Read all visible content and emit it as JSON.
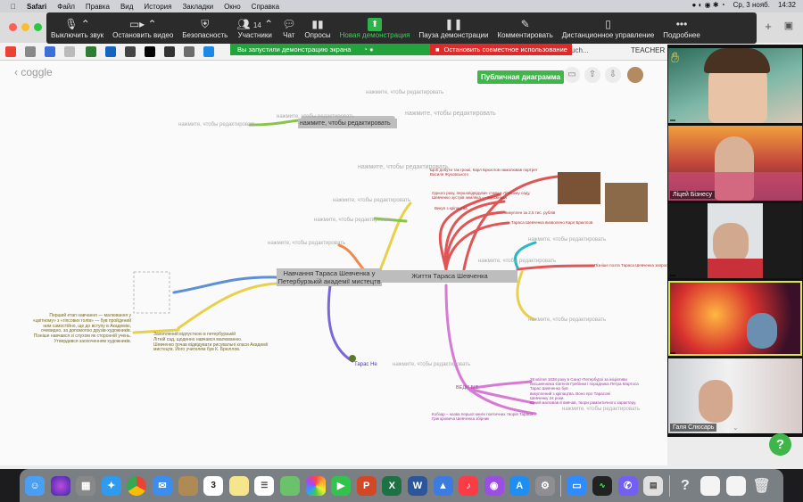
{
  "menubar": {
    "apple": "",
    "app": "Safari",
    "items": [
      "Файл",
      "Правка",
      "Вид",
      "История",
      "Закладки",
      "Окно",
      "Справка"
    ],
    "date": "Ср, 3 нояб.",
    "time": "14:32"
  },
  "zoom_toolbar": {
    "buttons": [
      {
        "label": "Выключить звук",
        "icon": "microphone-icon"
      },
      {
        "label": "Остановить видео",
        "icon": "video-camera-icon"
      },
      {
        "label": "Безопасность",
        "icon": "shield-icon"
      },
      {
        "label": "Участники",
        "icon": "participants-icon",
        "count": "14"
      },
      {
        "label": "Чат",
        "icon": "chat-icon"
      },
      {
        "label": "Опросы",
        "icon": "polls-icon"
      },
      {
        "label": "Новая демонстрация",
        "icon": "share-screen-icon",
        "active": true
      },
      {
        "label": "Пауза демонстрации",
        "icon": "pause-icon"
      },
      {
        "label": "Комментировать",
        "icon": "pen-icon"
      },
      {
        "label": "Дистанционное управление",
        "icon": "mouse-icon"
      },
      {
        "label": "Подробнее",
        "icon": "more-icon"
      }
    ]
  },
  "share_banner": {
    "status": "Вы запустили демонстрацию экрана",
    "stop": "Остановить совместное использование"
  },
  "tabs": {
    "partial_tab": "TEACHER |",
    "partial_text": "uch..."
  },
  "coggle": {
    "logo": "coggle",
    "public_button": "Публичная диаграмма"
  },
  "mindmap": {
    "placeholder": "нажмите, чтобы редактировать",
    "central_left": [
      "Навчання Тараса Шевченка у",
      "Петербурзькій академії мистецтв"
    ],
    "central_right": "Життя Тараса Шевченка",
    "left_text_1": [
      "Перший етап навчання — малювання у",
      "«цвітному» з «гіпсових голів» — був пройдений",
      "ним самостійно, ще до вступу в Академію,",
      "очевидно, за допомогою друзів-художників.",
      "Пізніше навчався зі слухом як сторонній учень.",
      "Утвердився заохоченням художників."
    ],
    "left_text_2": [
      "Захоплений відпусткою в петербурзькій",
      "Літній сад, щоденно навчався малюванню.",
      "Шевченко почав відвідувати рисувальні класи Академії",
      "мистецтв. Його учителем був К. Брюллов."
    ],
    "taras_ne": "Тарас Не",
    "vedy_bit": "ВЕДИ БІТ",
    "right_red_1": [
      "Одного разу, першовідвідувач ставу в Літньому саду,",
      "Шевченко зустрів земляка — художника"
    ],
    "right_red_2": "Викуп з кріпацтва",
    "right_red_3": "викуплен за 2,5 тис. рублів",
    "right_red_4": "Тараса Шевченка визволено Карл Брюллов",
    "right_red_top": [
      "Щоб добути так гроші, Карл Брюллов намалював портрет",
      "Василя Жуковського"
    ],
    "right_mid": "Пізніше поэта Тараса Шевченка запросили працювати",
    "pink_text": [
      "28 квітня 1838 року в Санкт-Петербурзі за ініціативи",
      "письменника Євгенія Гребінки і порадника Петра Мартоса",
      "Тарас Шевченко був",
      "викуплений з кріпацтва. Воно про Тарасові",
      "Шевченку 24 роки.",
      "Юний малював й вивчав, твори рамантичного характеру."
    ],
    "kobzar": [
      "Кобзар – назва першої книги поетичних творів Тараса",
      "Григоровича Шевченка збірник"
    ]
  },
  "participants": [
    {
      "name": "",
      "tile": "boy-with-glasses"
    },
    {
      "name": "Ліцей Бізнесу",
      "tile": "girl-sunset-background"
    },
    {
      "name": "",
      "tile": "girl-red-shirt"
    },
    {
      "name": "",
      "tile": "headphones-sunset"
    },
    {
      "name": "Галя Слюсарь",
      "tile": "woman-white-wall"
    }
  ],
  "dock_apps": [
    "Finder",
    "Siri",
    "Launchpad",
    "Safari",
    "Chrome",
    "Mail",
    "Contacts",
    "Calendar",
    "Notes",
    "Reminders",
    "Maps",
    "Photos",
    "FaceTime",
    "PowerPoint",
    "Excel",
    "Word",
    "Keynote",
    "Music",
    "Podcasts",
    "App Store",
    "System Preferences",
    "Zoom",
    "Activity Monitor",
    "Viber",
    "Preview",
    "Help",
    "Screenshot",
    "Screenshot 2",
    "Trash"
  ],
  "calendar_day": "3",
  "colors": {
    "coggle_green": "#40b54a",
    "share_green": "#23a33c",
    "share_red": "#e02a2a",
    "zoom_bar": "#2b2b2b"
  }
}
